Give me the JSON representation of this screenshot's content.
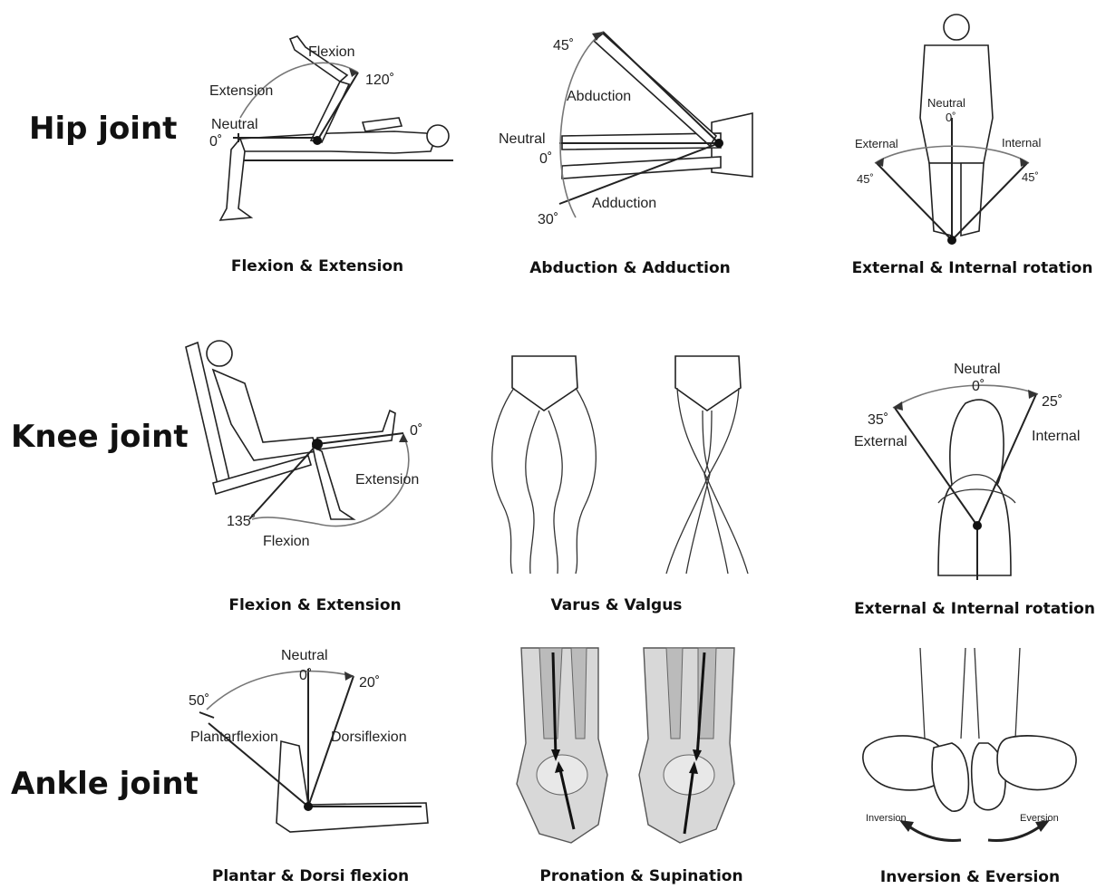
{
  "rows": [
    {
      "label": "Hip joint"
    },
    {
      "label": "Knee joint"
    },
    {
      "label": "Ankle joint"
    }
  ],
  "panels": {
    "hip_flexion": {
      "caption": "Flexion & Extension",
      "labels": {
        "flexion": "Flexion",
        "deg120": "120˚",
        "extension": "Extension",
        "neutral": "Neutral",
        "deg0": "0˚"
      }
    },
    "hip_abduction": {
      "caption": "Abduction & Adduction",
      "labels": {
        "deg45": "45˚",
        "abduction": "Abduction",
        "neutral": "Neutral",
        "deg0": "0˚",
        "adduction": "Adduction",
        "deg30": "30˚"
      }
    },
    "hip_rotation": {
      "caption": "External & Internal rotation",
      "labels": {
        "neutral": "Neutral",
        "deg0": "0˚",
        "external": "External",
        "internal": "Internal",
        "deg45_left": "45˚",
        "deg45_right": "45˚"
      }
    },
    "knee_flexion": {
      "caption": "Flexion & Extension",
      "labels": {
        "deg0": "0˚",
        "extension": "Extension",
        "deg135": "135˚",
        "flexion": "Flexion"
      }
    },
    "knee_varus": {
      "caption": "Varus & Valgus"
    },
    "knee_rotation": {
      "caption": "External & Internal rotation",
      "labels": {
        "neutral": "Neutral",
        "deg0": "0˚",
        "deg35": "35˚",
        "deg25": "25˚",
        "external": "External",
        "internal": "Internal"
      }
    },
    "ankle_flexion": {
      "caption": "Plantar & Dorsi flexion",
      "labels": {
        "neutral": "Neutral",
        "deg0": "0˚",
        "deg20": "20˚",
        "deg50": "50˚",
        "plantarflexion": "Plantarflexion",
        "dorsiflexion": "Dorsiflexion"
      }
    },
    "ankle_pronation": {
      "caption": "Pronation & Supination"
    },
    "ankle_inversion": {
      "caption": "Inversion & Eversion",
      "labels": {
        "inversion": "Inversion",
        "eversion": "Eversion"
      }
    }
  }
}
